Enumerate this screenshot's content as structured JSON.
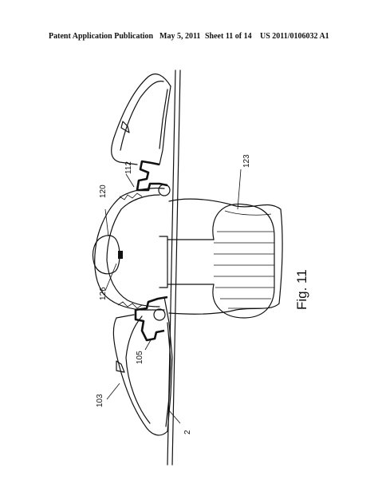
{
  "header": {
    "publication": "Patent Application Publication",
    "date": "May 5, 2011",
    "sheet": "Sheet 11 of 14",
    "number": "US 2011/0106032 A1"
  },
  "figure": {
    "caption": "Fig. 11",
    "labels": {
      "l120": "120",
      "l112": "112",
      "l123": "123",
      "l126": "126",
      "l105": "105",
      "l103": "103",
      "l2": "2"
    }
  }
}
